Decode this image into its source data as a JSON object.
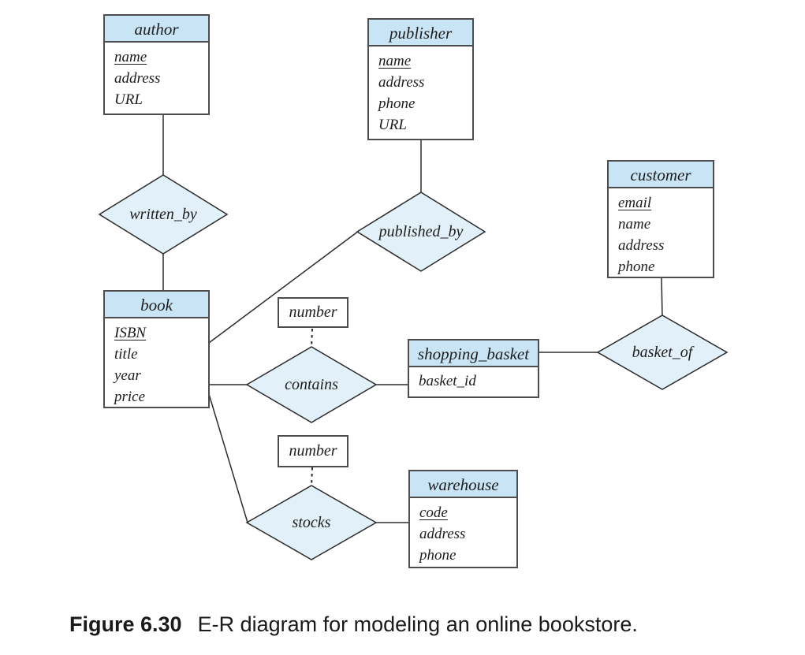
{
  "figure": {
    "label": "Figure 6.30",
    "caption": "E-R diagram for modeling an online bookstore."
  },
  "colors": {
    "entity_header_fill": "#c8e4f5",
    "diamond_fill": "#e2f0f9",
    "line_color": "#2b2b2b",
    "border_color": "#4d4d4d",
    "text_color": "#1d1d1d",
    "caption_color": "#1a1a1a"
  },
  "entities": {
    "author": {
      "title": "author",
      "attributes": [
        {
          "text": "name",
          "key": true
        },
        {
          "text": "address",
          "key": false
        },
        {
          "text": "URL",
          "key": false
        }
      ]
    },
    "publisher": {
      "title": "publisher",
      "attributes": [
        {
          "text": "name",
          "key": true
        },
        {
          "text": "address",
          "key": false
        },
        {
          "text": "phone",
          "key": false
        },
        {
          "text": "URL",
          "key": false
        }
      ]
    },
    "customer": {
      "title": "customer",
      "attributes": [
        {
          "text": "email",
          "key": true
        },
        {
          "text": "name",
          "key": false
        },
        {
          "text": "address",
          "key": false
        },
        {
          "text": "phone",
          "key": false
        }
      ]
    },
    "book": {
      "title": "book",
      "attributes": [
        {
          "text": "ISBN",
          "key": true
        },
        {
          "text": "title",
          "key": false
        },
        {
          "text": "year",
          "key": false
        },
        {
          "text": "price",
          "key": false
        }
      ]
    },
    "shopping_basket": {
      "title": "shopping_basket",
      "attributes": [
        {
          "text": "basket_id",
          "key": false
        }
      ]
    },
    "warehouse": {
      "title": "warehouse",
      "attributes": [
        {
          "text": "code",
          "key": true
        },
        {
          "text": "address",
          "key": false
        },
        {
          "text": "phone",
          "key": false
        }
      ]
    }
  },
  "relationships": {
    "written_by": {
      "label": "written_by",
      "connects": [
        "author",
        "book"
      ]
    },
    "published_by": {
      "label": "published_by",
      "connects": [
        "publisher",
        "book"
      ]
    },
    "basket_of": {
      "label": "basket_of",
      "connects": [
        "customer",
        "shopping_basket"
      ]
    },
    "contains": {
      "label": "contains",
      "connects": [
        "book",
        "shopping_basket"
      ]
    },
    "stocks": {
      "label": "stocks",
      "connects": [
        "book",
        "warehouse"
      ]
    }
  },
  "descriptive_attributes": {
    "contains_number": {
      "label": "number",
      "attached_to": "contains"
    },
    "stocks_number": {
      "label": "number",
      "attached_to": "stocks"
    }
  }
}
